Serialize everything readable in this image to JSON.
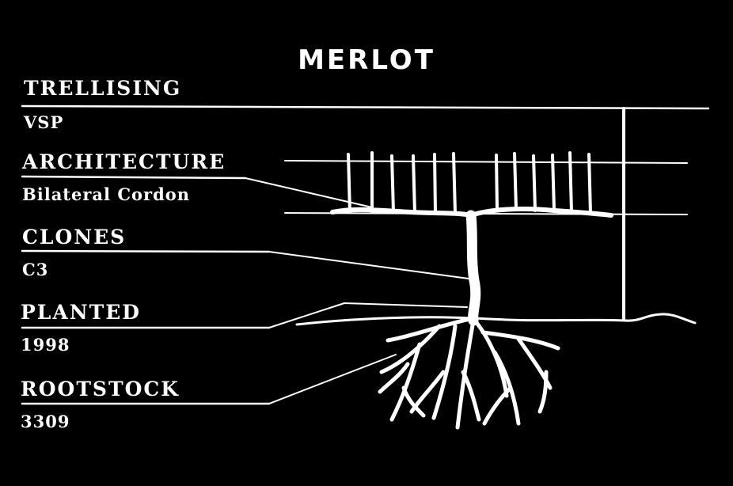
{
  "title": "MERLOT",
  "specs": [
    {
      "label": "TRELLISING",
      "value": "VSP"
    },
    {
      "label": "ARCHITECTURE",
      "value": "Bilateral Cordon"
    },
    {
      "label": "CLONES",
      "value": "C3"
    },
    {
      "label": "PLANTED",
      "value": "1998"
    },
    {
      "label": "ROOTSTOCK",
      "value": "3309"
    }
  ],
  "colors": {
    "background": "#000000",
    "foreground": "#ffffff"
  }
}
